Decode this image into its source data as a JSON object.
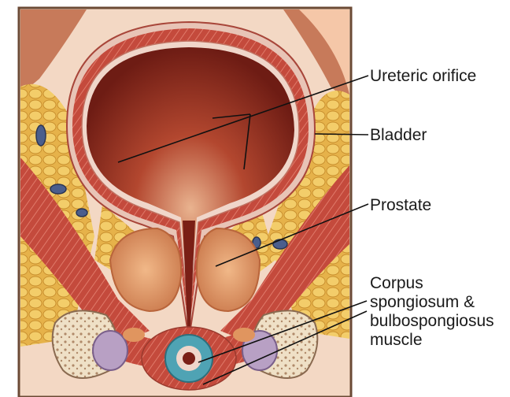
{
  "labels": {
    "ureteric_orifice": "Ureteric orifice",
    "bladder": "Bladder",
    "prostate": "Prostate",
    "corpus_lines": [
      "Corpus",
      "spongiosum &",
      "bulbospongiosus",
      "muscle"
    ]
  },
  "colors": {
    "frame": "#6b4a35",
    "background": "#f3d8c4",
    "fat": "#e9b84a",
    "muscle": "#c0453a",
    "bladder_lumen": "#8f2a1e",
    "bladder_wall": "#d8706a",
    "prostate": "#e0955f",
    "bone": "#f0e4cf",
    "corpus": "#4fa3b4",
    "vein": "#4b5e8c",
    "leader": "#111111"
  }
}
